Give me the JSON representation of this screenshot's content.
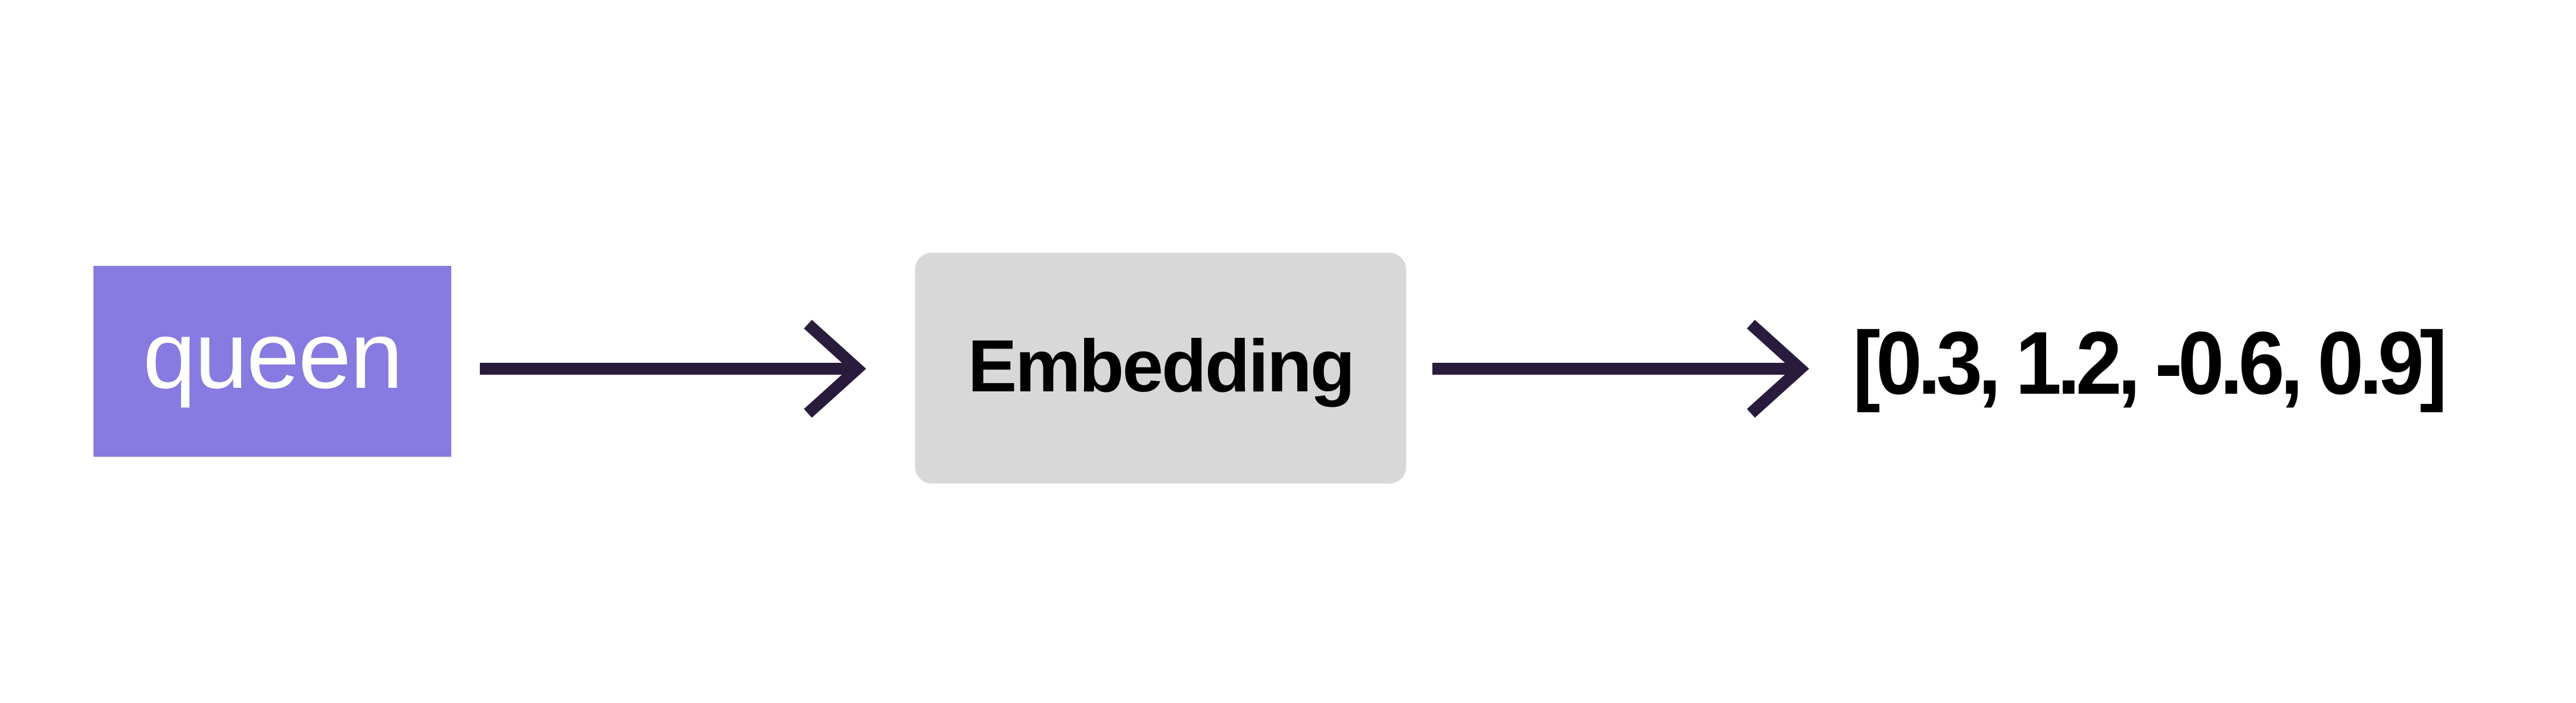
{
  "diagram": {
    "input": {
      "label": "queen",
      "color": "#877ae0",
      "text_color": "#ffffff"
    },
    "process": {
      "label": "Embedding",
      "color": "#d8d8d8",
      "text_color": "#000000"
    },
    "output": {
      "label": "[0.3, 1.2, -0.6, 0.9]",
      "values": [
        0.3,
        1.2,
        -0.6,
        0.9
      ],
      "text_color": "#000000"
    },
    "arrows": [
      {
        "from": "input",
        "to": "process",
        "icon": "arrow-right-icon",
        "color": "#281b3c"
      },
      {
        "from": "process",
        "to": "output",
        "icon": "arrow-right-icon",
        "color": "#281b3c"
      }
    ]
  }
}
